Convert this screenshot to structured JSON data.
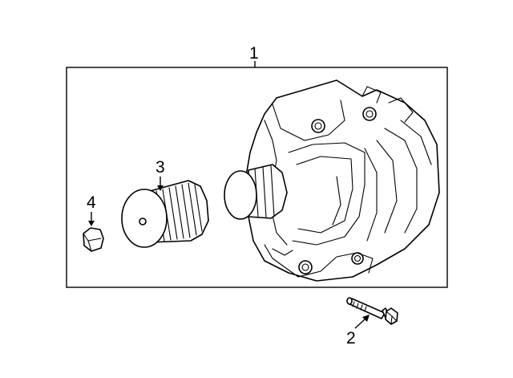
{
  "callouts": {
    "alternator": "1",
    "bolt": "2",
    "pulley": "3",
    "nut": "4"
  },
  "colors": {
    "line": "#000000",
    "background": "#ffffff"
  }
}
